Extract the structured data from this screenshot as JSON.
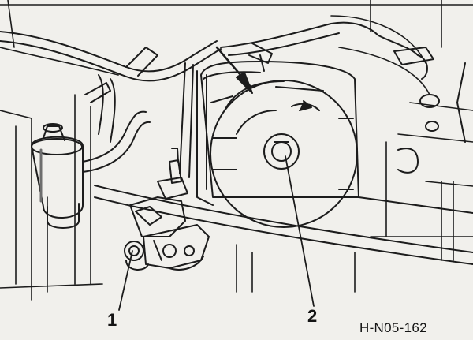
{
  "figure": {
    "callouts": [
      {
        "label": "1"
      },
      {
        "label": "2"
      }
    ],
    "code": "H-N05-162"
  },
  "colors": {
    "background": "#f1f0ec",
    "line": "#1c1c1c",
    "shade": "#6e6e6e"
  }
}
